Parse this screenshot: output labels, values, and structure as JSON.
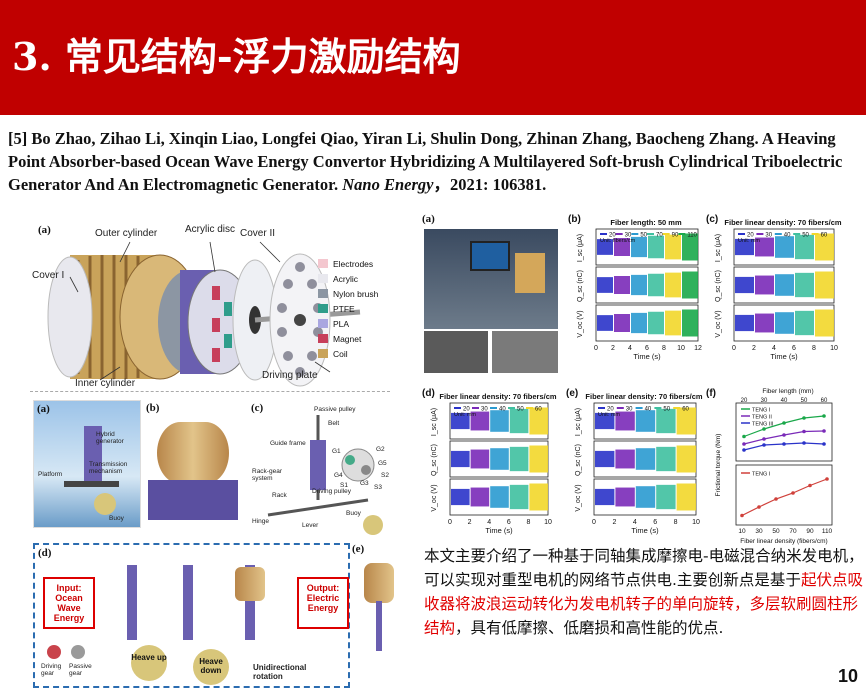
{
  "title": "3. 常见结构-浮力激励结构",
  "reference": {
    "authors": "[5] Bo Zhao, Zihao Li, Xinqin Liao, Longfei Qiao, Yiran Li, Shulin Dong, Zhinan Zhang, Baocheng Zhang.",
    "paper_title": " A Heaving Point Absorber-based Ocean Wave Energy Convertor Hybridizing A Multilayered Soft-brush Cylindrical Triboelectric Generator And An Electromagnetic Generator. ",
    "journal": "Nano Energy",
    "year": "，2021: 106381."
  },
  "figure_a": {
    "label": "(a)",
    "callouts": [
      "Outer cylinder",
      "Acrylic disc",
      "Cover II",
      "Cover I",
      "Inner cylinder",
      "Driving plate"
    ],
    "legend": [
      {
        "name": "Electrodes",
        "color": "#f4c7cf"
      },
      {
        "name": "Acrylic",
        "color": "#e8e8ee"
      },
      {
        "name": "Nylon brush",
        "color": "#8c96a3"
      },
      {
        "name": "PTFE",
        "color": "#2f9d8b"
      },
      {
        "name": "PLA",
        "color": "#a9a6e0"
      },
      {
        "name": "Magnet",
        "color": "#c73f5b"
      },
      {
        "name": "Coil",
        "color": "#c9a35a"
      }
    ]
  },
  "lower_left": {
    "a": {
      "label": "(a)",
      "texts": [
        "Hybrid generator",
        "Platform",
        "Transmission mechanism",
        "Buoy"
      ]
    },
    "b": {
      "label": "(b)"
    },
    "c": {
      "label": "(c)",
      "texts": [
        "Passive pulley",
        "Belt",
        "Guide frame",
        "Rack-gear system",
        "Rack",
        "Driving pulley",
        "Hinge",
        "Lever",
        "Buoy",
        "G1",
        "G2",
        "G3",
        "G4",
        "G5",
        "S1",
        "S2",
        "S3"
      ]
    },
    "d": {
      "label": "(d)",
      "input": "Input: Ocean Wave Energy",
      "output": "Output: Electric Energy",
      "heave_up": "Heave up",
      "heave_down": "Heave down",
      "unidirectional": "Unidirectional rotation",
      "driving_gear": "Driving gear",
      "passive_gear": "Passive gear"
    },
    "e": {
      "label": "(e)"
    }
  },
  "chart_panels": {
    "a": {
      "label": "(a)"
    },
    "b": {
      "label": "(b)",
      "title": "Fiber length: 50 mm",
      "legend": [
        "20",
        "30",
        "50",
        "70",
        "90",
        "110"
      ],
      "unit": "Unit: fibers/cm",
      "ylabels": [
        "I_sc (μA)",
        "Q_sc (nC)",
        "V_oc (V)"
      ],
      "xlabel": "Time (s)",
      "xticks": [
        "0",
        "2",
        "4",
        "6",
        "8",
        "10",
        "12"
      ]
    },
    "c": {
      "label": "(c)",
      "title": "Fiber linear density: 70 fibers/cm",
      "legend": [
        "20",
        "30",
        "40",
        "50",
        "60"
      ],
      "unit": "Unit: mm",
      "ylabels": [
        "I_sc (μA)",
        "Q_sc (nC)",
        "V_oc (V)"
      ],
      "xlabel": "Time (s)",
      "xticks": [
        "0",
        "2",
        "4",
        "6",
        "8",
        "10"
      ]
    },
    "d": {
      "label": "(d)",
      "title": "Fiber linear density: 70 fibers/cm",
      "legend": [
        "20",
        "30",
        "40",
        "50",
        "60"
      ],
      "unit": "Unit: mm",
      "ylabels": [
        "I_sc (μA)",
        "Q_sc (nC)",
        "V_oc (V)"
      ],
      "xlabel": "Time (s)",
      "xticks": [
        "0",
        "2",
        "4",
        "6",
        "8",
        "10"
      ]
    },
    "e": {
      "label": "(e)",
      "title": "Fiber linear density: 70 fibers/cm",
      "legend": [
        "20",
        "30",
        "40",
        "50",
        "60"
      ],
      "unit": "Unit: mm",
      "ylabels": [
        "I_sc (μA)",
        "Q_sc (nC)",
        "V_oc (V)"
      ],
      "xlabel": "Time (s)",
      "xticks": [
        "0",
        "2",
        "4",
        "6",
        "8",
        "10"
      ]
    },
    "f": {
      "label": "(f)",
      "top_axis": "Fiber length (mm)",
      "top_ticks": [
        "20",
        "30",
        "40",
        "50",
        "60"
      ],
      "ylabel": "Frictional torque (Nm)",
      "xlabel": "Fiber linear density (fibers/cm)",
      "xticks": [
        "10",
        "30",
        "50",
        "70",
        "90",
        "110"
      ],
      "legend_top": [
        "TENG I",
        "TENG II",
        "TENG III"
      ],
      "legend_bottom": [
        "TENG I"
      ]
    }
  },
  "summary": {
    "part1": "本文主要介绍了一种基于同轴集成摩擦电-电磁混合纳米发电机，可以实现对重型电机的网络节点供电.主要创新点是基于",
    "part2": "起伏点吸收器将波浪运动转化为发电机转子的单向旋转，多层软刷圆柱形结构",
    "part3": "，具有低摩擦、低磨损和高性能的优点."
  },
  "page_number": "10"
}
